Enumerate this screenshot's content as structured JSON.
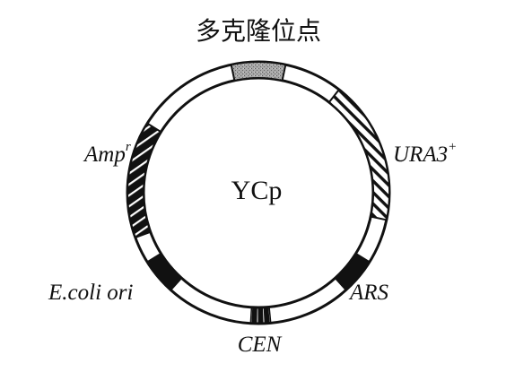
{
  "diagram": {
    "title": "多克隆位点",
    "center_label": "YCp",
    "labels": {
      "amp": {
        "base": "Amp",
        "sup": "r"
      },
      "ura3": {
        "base": "URA3",
        "sup": "+"
      },
      "ecoli_ori": "E.coli ori",
      "ars": "ARS",
      "cen": "CEN"
    },
    "colors": {
      "ink": "#111111",
      "background": "#ffffff",
      "mcs_fill": "#9a9a9a"
    }
  }
}
